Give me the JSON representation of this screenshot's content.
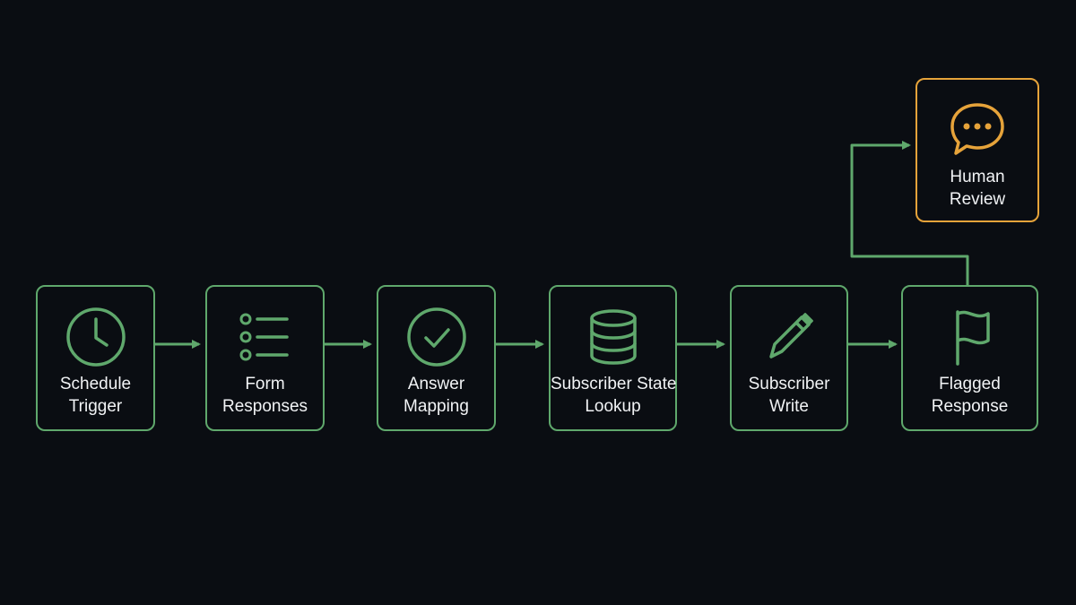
{
  "colors": {
    "background": "#0a0d12",
    "flow_green": "#5fa86c",
    "review_amber": "#e6a33a",
    "text": "#f1f3f5"
  },
  "nodes": [
    {
      "id": "schedule-trigger",
      "icon": "clock-icon",
      "line1": "Schedule",
      "line2": "Trigger"
    },
    {
      "id": "form-responses",
      "icon": "list-icon",
      "line1": "Form",
      "line2": "Responses"
    },
    {
      "id": "answer-mapping",
      "icon": "check-circle-icon",
      "line1": "Answer",
      "line2": "Mapping"
    },
    {
      "id": "subscriber-state-lookup",
      "icon": "database-icon",
      "line1": "Subscriber State",
      "line2": "Lookup"
    },
    {
      "id": "subscriber-write",
      "icon": "pencil-icon",
      "line1": "Subscriber",
      "line2": "Write"
    },
    {
      "id": "flagged-response",
      "icon": "flag-icon",
      "line1": "Flagged",
      "line2": "Response"
    }
  ],
  "review_node": {
    "id": "human-review",
    "icon": "chat-bubble-icon",
    "line1": "Human",
    "line2": "Review"
  }
}
